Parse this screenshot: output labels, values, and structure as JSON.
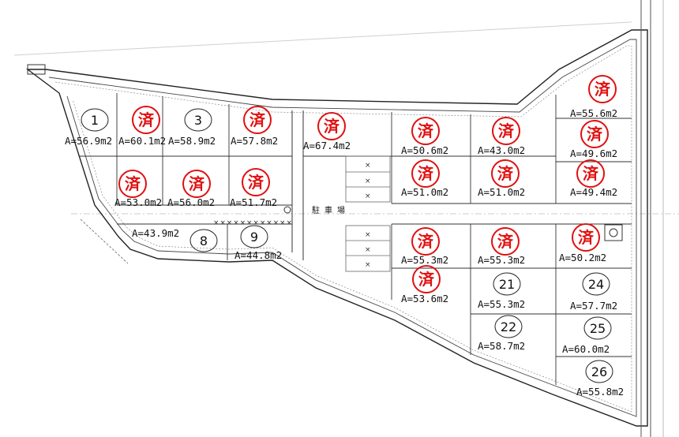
{
  "parking_label": "駐車場",
  "sold_mark": "済",
  "lots": [
    {
      "num": "1",
      "area": "A=56.9m2",
      "sold": false
    },
    {
      "num": "",
      "area": "A=60.1m2",
      "sold": true
    },
    {
      "num": "3",
      "area": "A=58.9m2",
      "sold": false
    },
    {
      "num": "",
      "area": "A=57.8m2",
      "sold": true
    },
    {
      "num": "",
      "area": "A=67.4m2",
      "sold": true
    },
    {
      "num": "",
      "area": "A=50.6m2",
      "sold": true
    },
    {
      "num": "",
      "area": "A=43.0m2",
      "sold": true
    },
    {
      "num": "",
      "area": "A=55.6m2",
      "sold": true
    },
    {
      "num": "",
      "area": "A=53.0m2",
      "sold": true
    },
    {
      "num": "",
      "area": "A=56.0m2",
      "sold": true
    },
    {
      "num": "",
      "area": "A=51.7m2",
      "sold": true
    },
    {
      "num": "",
      "area": "A=51.0m2",
      "sold": true
    },
    {
      "num": "",
      "area": "A=51.0m2",
      "sold": true
    },
    {
      "num": "",
      "area": "A=49.6m2",
      "sold": true
    },
    {
      "num": "",
      "area": "A=49.4m2",
      "sold": true
    },
    {
      "num": "",
      "area": "A=43.9m2",
      "sold": false
    },
    {
      "num": "8",
      "area": "",
      "sold": false
    },
    {
      "num": "9",
      "area": "A=44.8m2",
      "sold": false
    },
    {
      "num": "",
      "area": "A=55.3m2",
      "sold": true
    },
    {
      "num": "",
      "area": "A=55.3m2",
      "sold": true
    },
    {
      "num": "",
      "area": "A=50.2m2",
      "sold": true
    },
    {
      "num": "",
      "area": "A=53.6m2",
      "sold": true
    },
    {
      "num": "21",
      "area": "A=55.3m2",
      "sold": false
    },
    {
      "num": "24",
      "area": "A=57.7m2",
      "sold": false
    },
    {
      "num": "22",
      "area": "A=58.7m2",
      "sold": false
    },
    {
      "num": "25",
      "area": "A=60.0m2",
      "sold": false
    },
    {
      "num": "26",
      "area": "A=55.8m2",
      "sold": false
    }
  ]
}
